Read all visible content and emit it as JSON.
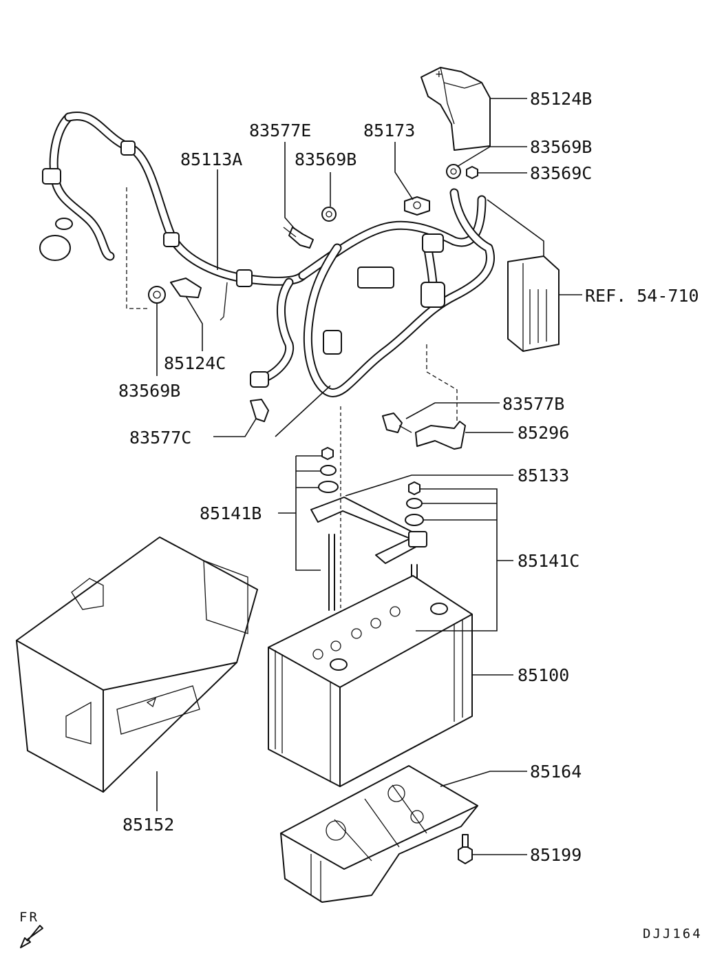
{
  "diagram_code": "DJJ164",
  "direction_marker": "FR",
  "parts": [
    {
      "id": "p-85124B",
      "label": "85124B"
    },
    {
      "id": "p-83569B-top",
      "label": "83569B"
    },
    {
      "id": "p-83569C",
      "label": "83569C"
    },
    {
      "id": "p-85173",
      "label": "85173"
    },
    {
      "id": "p-83577E",
      "label": "83577E"
    },
    {
      "id": "p-83569B-mid",
      "label": "83569B"
    },
    {
      "id": "p-85113A",
      "label": "85113A"
    },
    {
      "id": "p-ref",
      "label": "REF. 54-710"
    },
    {
      "id": "p-85124C",
      "label": "85124C"
    },
    {
      "id": "p-83569B-left",
      "label": "83569B"
    },
    {
      "id": "p-83577B",
      "label": "83577B"
    },
    {
      "id": "p-85296",
      "label": "85296"
    },
    {
      "id": "p-83577C",
      "label": "83577C"
    },
    {
      "id": "p-85133",
      "label": "85133"
    },
    {
      "id": "p-85141B",
      "label": "85141B"
    },
    {
      "id": "p-85141C",
      "label": "85141C"
    },
    {
      "id": "p-85100",
      "label": "85100"
    },
    {
      "id": "p-85164",
      "label": "85164"
    },
    {
      "id": "p-85199",
      "label": "85199"
    },
    {
      "id": "p-85152",
      "label": "85152"
    }
  ]
}
